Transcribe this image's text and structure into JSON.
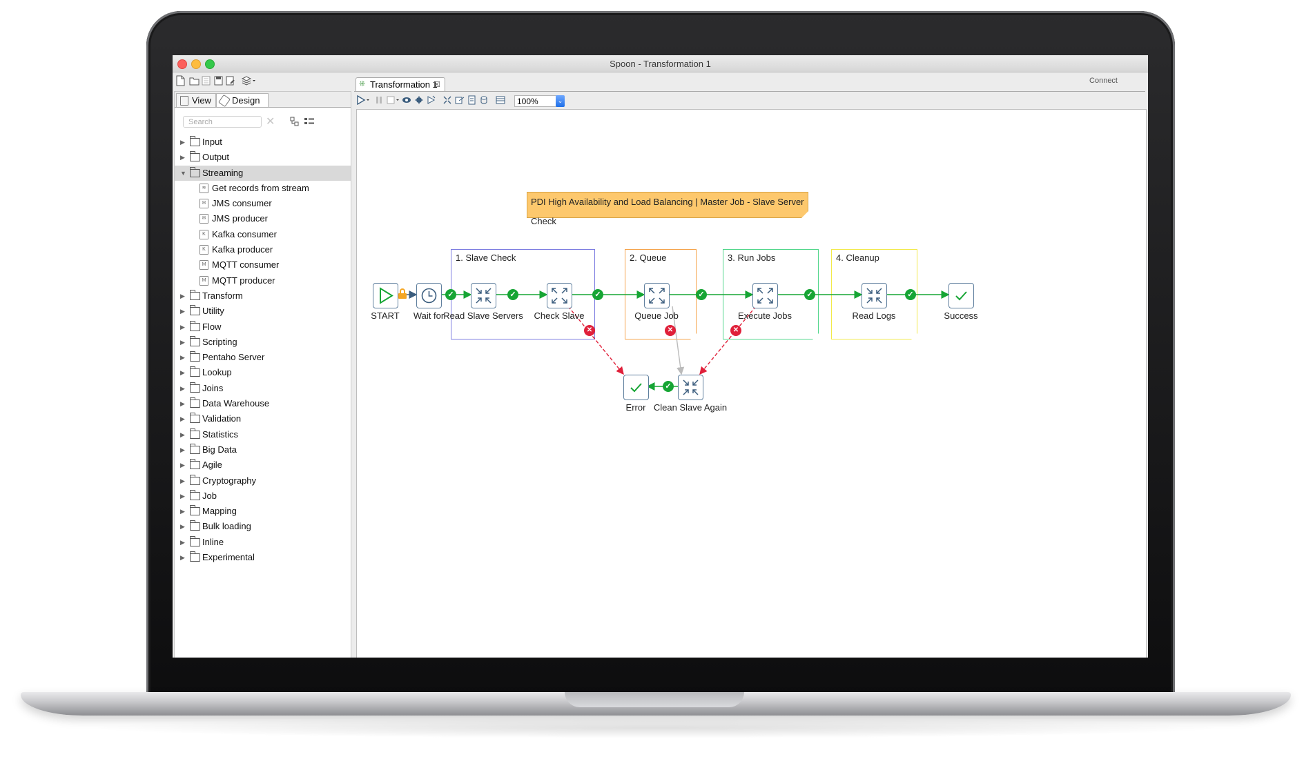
{
  "window": {
    "title": "Spoon - Transformation 1",
    "connect_label": "Connect"
  },
  "left_panel": {
    "tabs": [
      "View",
      "Design"
    ],
    "search_placeholder": "Search",
    "tree": [
      {
        "label": "Input",
        "expanded": false
      },
      {
        "label": "Output",
        "expanded": false
      },
      {
        "label": "Streaming",
        "expanded": true,
        "selected": true
      },
      {
        "label": "Get records from stream",
        "child": true,
        "icon": "stream-icon"
      },
      {
        "label": "JMS consumer",
        "child": true,
        "icon": "jms-consumer-icon"
      },
      {
        "label": "JMS producer",
        "child": true,
        "icon": "jms-producer-icon"
      },
      {
        "label": "Kafka consumer",
        "child": true,
        "icon": "kafka-icon"
      },
      {
        "label": "Kafka producer",
        "child": true,
        "icon": "kafka-icon"
      },
      {
        "label": "MQTT consumer",
        "child": true,
        "icon": "mqtt-icon"
      },
      {
        "label": "MQTT producer",
        "child": true,
        "icon": "mqtt-icon"
      },
      {
        "label": "Transform",
        "expanded": false
      },
      {
        "label": "Utility",
        "expanded": false
      },
      {
        "label": "Flow",
        "expanded": false
      },
      {
        "label": "Scripting",
        "expanded": false
      },
      {
        "label": "Pentaho Server",
        "expanded": false
      },
      {
        "label": "Lookup",
        "expanded": false
      },
      {
        "label": "Joins",
        "expanded": false
      },
      {
        "label": "Data Warehouse",
        "expanded": false
      },
      {
        "label": "Validation",
        "expanded": false
      },
      {
        "label": "Statistics",
        "expanded": false
      },
      {
        "label": "Big Data",
        "expanded": false
      },
      {
        "label": "Agile",
        "expanded": false
      },
      {
        "label": "Cryptography",
        "expanded": false
      },
      {
        "label": "Job",
        "expanded": false
      },
      {
        "label": "Mapping",
        "expanded": false
      },
      {
        "label": "Bulk loading",
        "expanded": false
      },
      {
        "label": "Inline",
        "expanded": false
      },
      {
        "label": "Experimental",
        "expanded": false
      }
    ]
  },
  "editor": {
    "tab_label": "Transformation 1",
    "zoom": "100%"
  },
  "diagram": {
    "note": "PDI High Availability and Load Balancing | Master Job -  Slave Server Check",
    "groups": [
      {
        "label": "1. Slave Check",
        "color": "#7b7be0"
      },
      {
        "label": "2. Queue",
        "color": "#f5a34a"
      },
      {
        "label": "3. Run Jobs",
        "color": "#4fd68a"
      },
      {
        "label": "4. Cleanup",
        "color": "#f2ea4a"
      }
    ],
    "nodes": {
      "start": "START",
      "wait": "Wait for",
      "read_slave": "Read Slave Servers",
      "check_slave": "Check Slave",
      "queue_job": "Queue Job",
      "execute_jobs": "Execute Jobs",
      "read_logs": "Read Logs",
      "success": "Success",
      "error": "Error",
      "clean_slave": "Clean Slave Again"
    },
    "colors": {
      "ok": "#16a534",
      "error": "#e0203a",
      "node_border": "#5f7f9e",
      "note": "#fdc86d"
    }
  }
}
